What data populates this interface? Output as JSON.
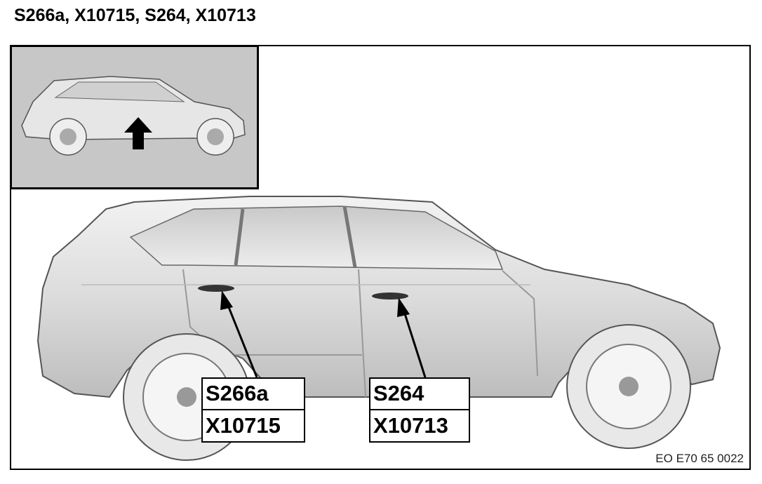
{
  "title": "S266a, X10715, S264, X10713",
  "callouts": [
    {
      "primary": "S266a",
      "secondary": "X10715"
    },
    {
      "primary": "S264",
      "secondary": "X10713"
    }
  ],
  "figure_code": "EO E70 65 0022",
  "colors": {
    "inset_background": "#c7c7c7",
    "car_body": "#d9d9d9",
    "outline": "#000000"
  }
}
